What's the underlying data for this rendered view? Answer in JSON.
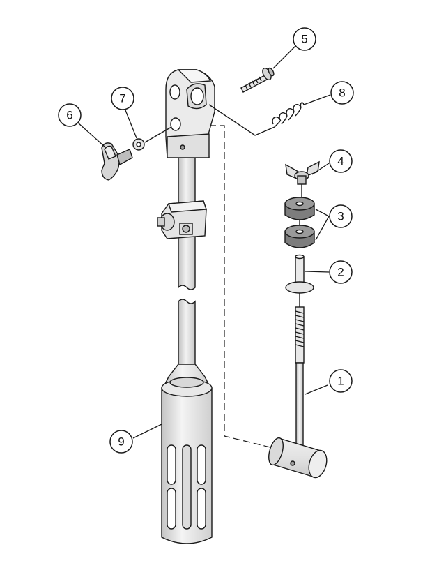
{
  "diagram": {
    "callouts": [
      {
        "id": "c1",
        "number": "1"
      },
      {
        "id": "c2",
        "number": "2"
      },
      {
        "id": "c3",
        "number": "3"
      },
      {
        "id": "c4",
        "number": "4"
      },
      {
        "id": "c5",
        "number": "5"
      },
      {
        "id": "c6",
        "number": "6"
      },
      {
        "id": "c7",
        "number": "7"
      },
      {
        "id": "c8",
        "number": "8"
      },
      {
        "id": "c9",
        "number": "9"
      }
    ],
    "colors": {
      "line": "#1a1a1a",
      "part_fill": "#e6e6e6",
      "part_light": "#f2f2f2",
      "pad_fill": "#8a8a8a",
      "pad_dark": "#6d6d6d",
      "background": "#ffffff"
    }
  }
}
